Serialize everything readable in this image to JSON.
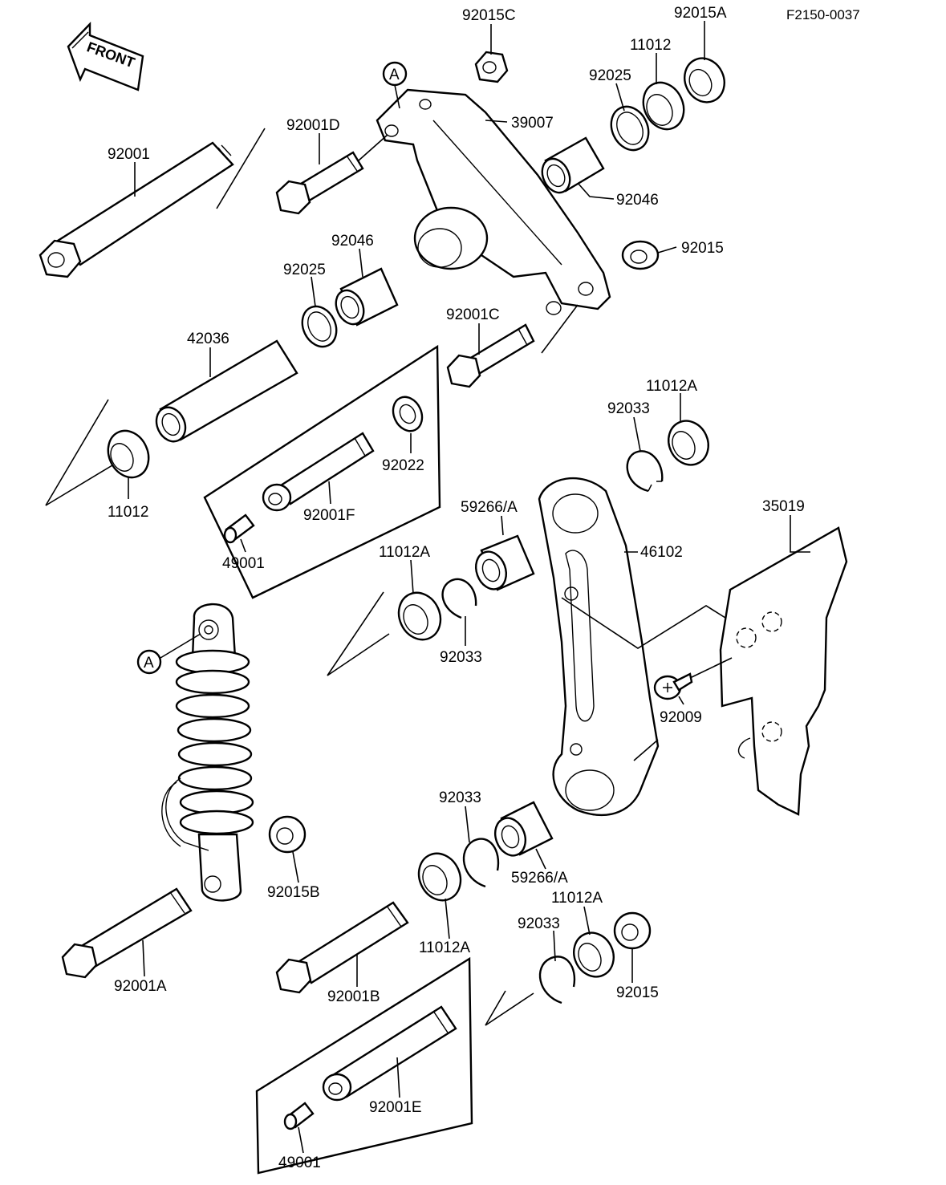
{
  "figure_code": "F2150-0037",
  "front_label": "FRONT",
  "ref_marker": "A",
  "parts": {
    "p92015C": "92015C",
    "p92015A": "92015A",
    "p11012_top": "11012",
    "p92025_top": "92025",
    "p92001D": "92001D",
    "p39007": "39007",
    "p92001": "92001",
    "p92046_right": "92046",
    "p92046_left": "92046",
    "p92025_left": "92025",
    "p92015_mid": "92015",
    "p92001C": "92001C",
    "p42036": "42036",
    "p11012A_topright": "11012A",
    "p92033_topright": "92033",
    "p92022": "92022",
    "p11012_left": "11012",
    "p92001F": "92001F",
    "p49001_top": "49001",
    "p59266A_top": "59266/A",
    "p35019": "35019",
    "p46102": "46102",
    "p11012A_mid": "11012A",
    "p92033_mid": "92033",
    "p92009": "92009",
    "p92033_low": "92033",
    "p92015B": "92015B",
    "p59266A_low": "59266/A",
    "p11012A_lowright": "11012A",
    "p92033_bottom": "92033",
    "p11012A_low": "11012A",
    "p92001A": "92001A",
    "p92001B": "92001B",
    "p92015_bottom": "92015",
    "p92001E": "92001E",
    "p49001_bottom": "49001"
  }
}
